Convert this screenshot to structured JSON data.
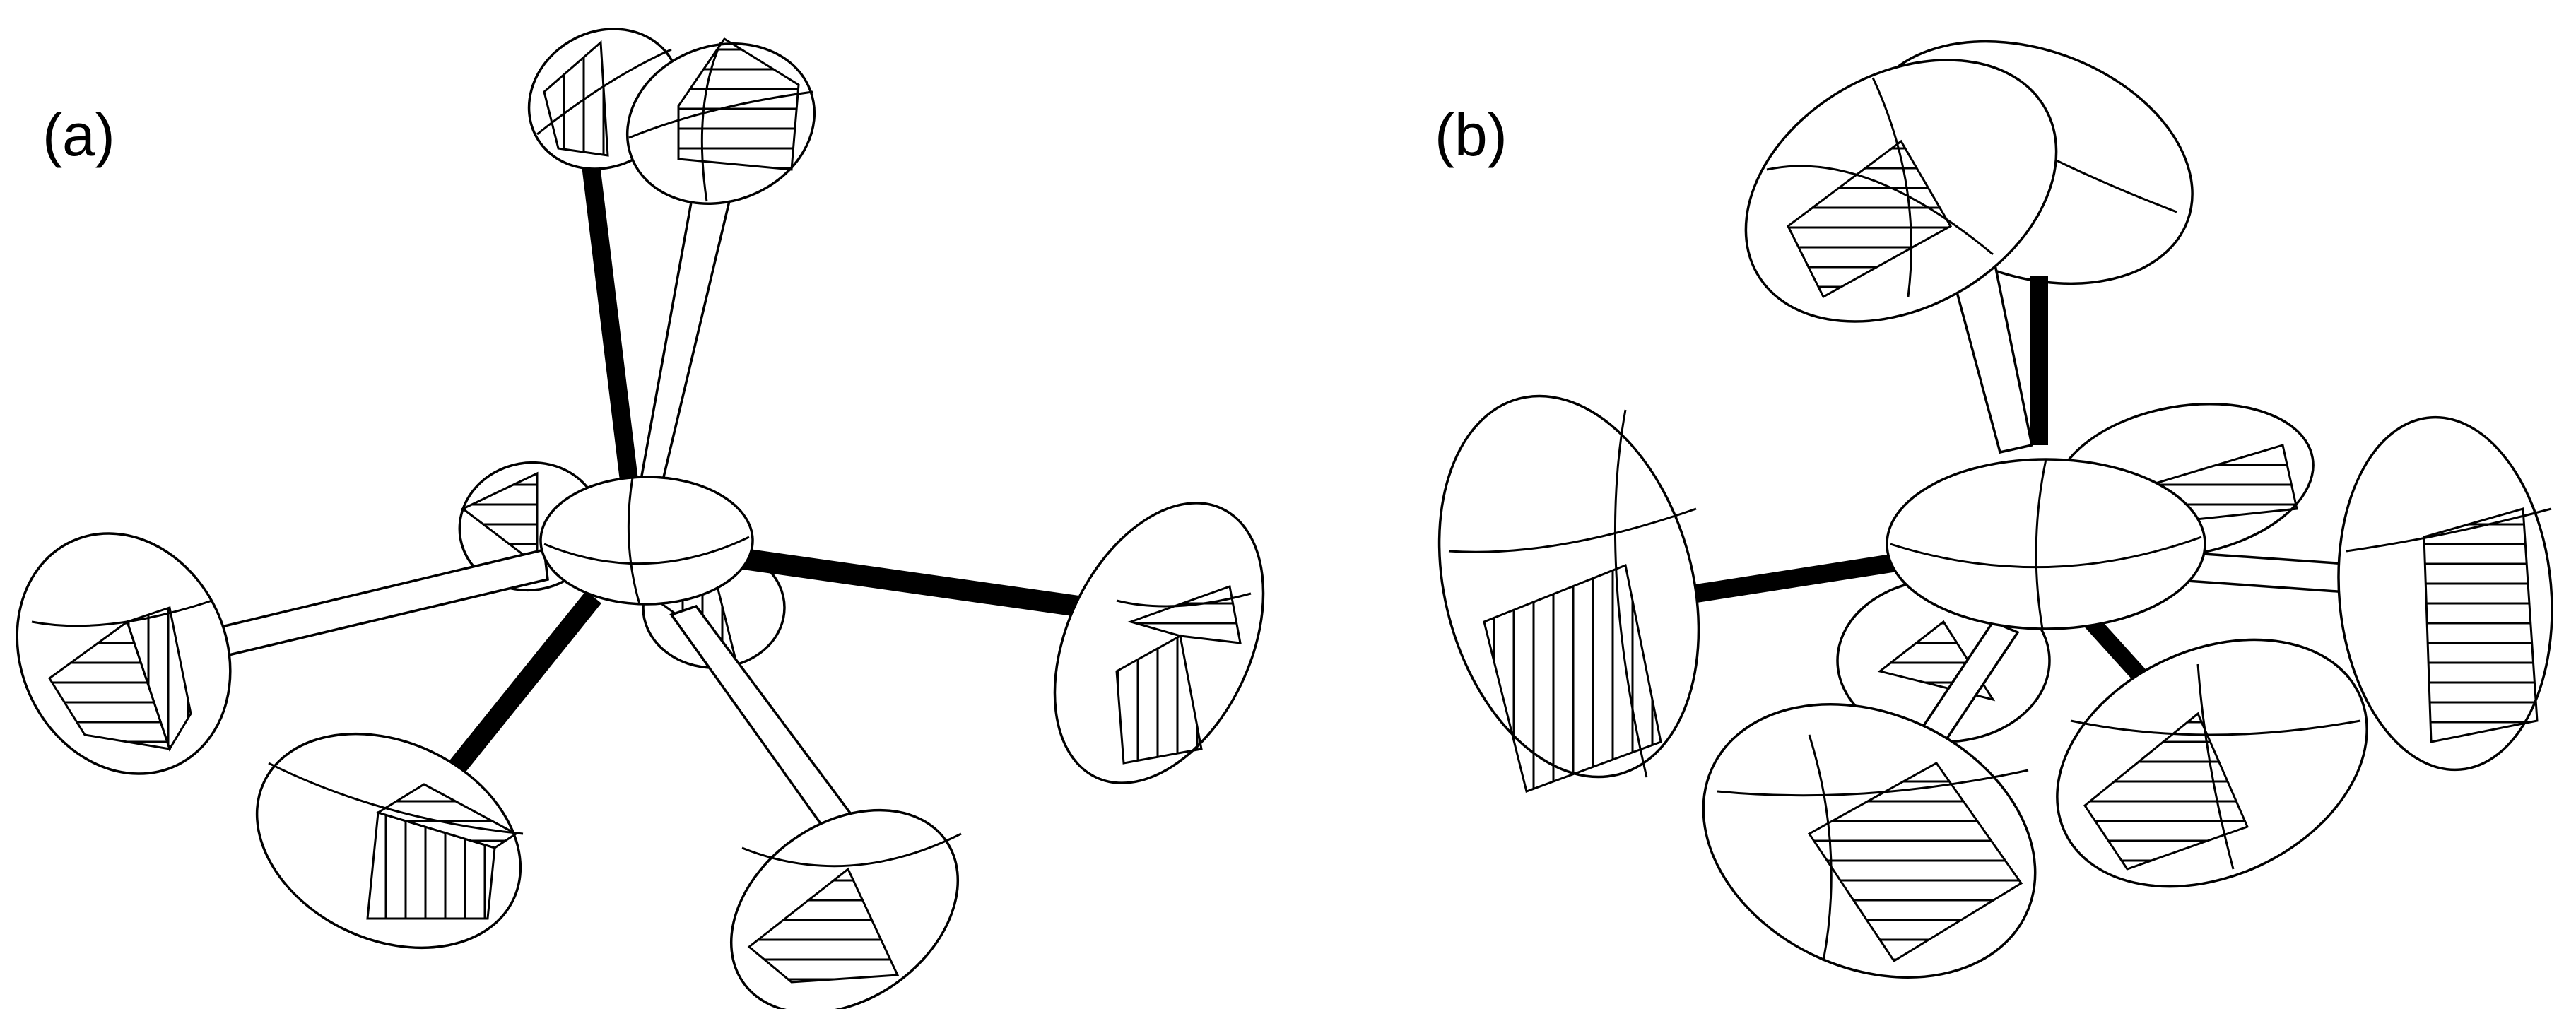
{
  "figure": {
    "panels": [
      {
        "id": "a",
        "label": "(a)"
      },
      {
        "id": "b",
        "label": "(b)"
      }
    ]
  },
  "colors": {
    "ink": "#000000",
    "paper": "#ffffff"
  }
}
